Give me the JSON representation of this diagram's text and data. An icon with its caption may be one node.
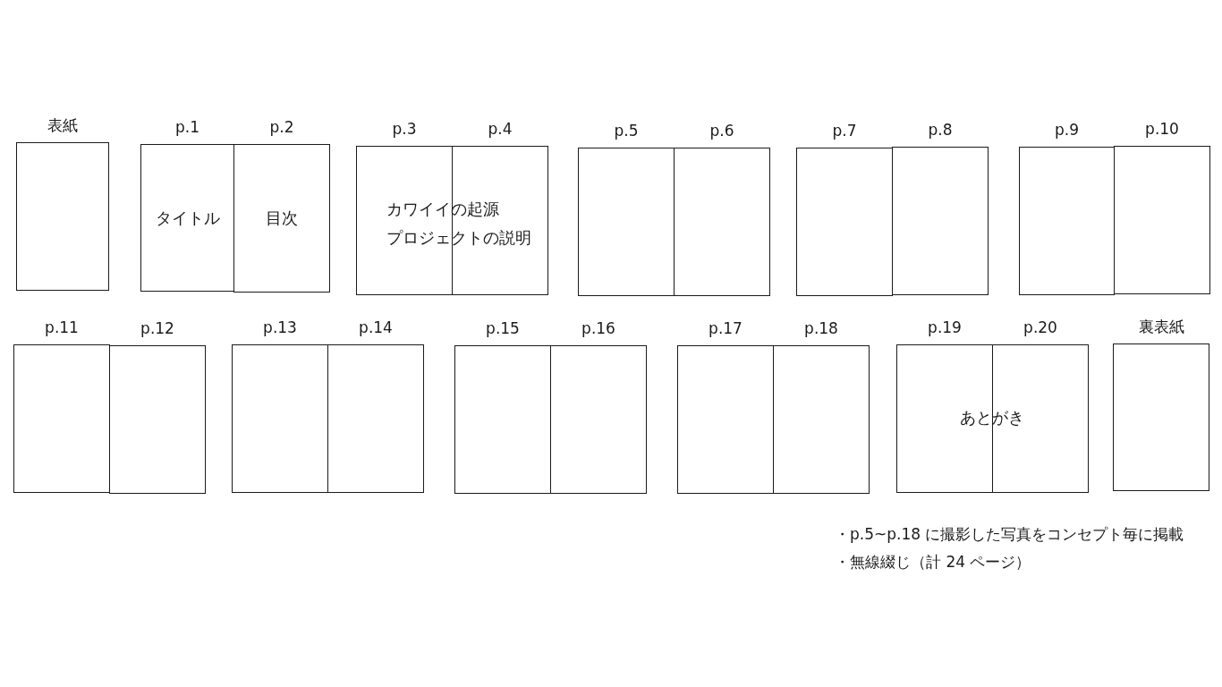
{
  "diagram": {
    "nodes": [
      {
        "text": [
          "表紙"
        ]
      },
      {
        "text": [
          "p.1",
          "タイトル"
        ]
      },
      {
        "text": [
          "p.2",
          "目次"
        ]
      },
      {
        "text": [
          "p.3"
        ]
      },
      {
        "text": [
          "p.4"
        ]
      },
      {
        "text": [
          "p.5"
        ]
      },
      {
        "text": [
          "p.6"
        ]
      },
      {
        "text": [
          "p.7"
        ]
      },
      {
        "text": [
          "p.8"
        ]
      },
      {
        "text": [
          "p.9"
        ]
      },
      {
        "text": [
          "p.10"
        ]
      },
      {
        "text": [
          "p.11"
        ]
      },
      {
        "text": [
          "p.12"
        ]
      },
      {
        "text": [
          "p.13"
        ]
      },
      {
        "text": [
          "p.14"
        ]
      },
      {
        "text": [
          "p.15"
        ]
      },
      {
        "text": [
          "p.16"
        ]
      },
      {
        "text": [
          "p.17"
        ]
      },
      {
        "text": [
          "p.18"
        ]
      },
      {
        "text": [
          "p.19"
        ]
      },
      {
        "text": [
          "p.20"
        ]
      },
      {
        "text": [
          "裏表紙"
        ]
      }
    ],
    "labels": [
      "カワイイの起源",
      "プロジェクトの説明",
      "あとがき",
      "・p.5~p.18 に撮影した写真をコンセプト毎に掲載",
      "・無線綴じ（計 24 ページ）"
    ]
  }
}
